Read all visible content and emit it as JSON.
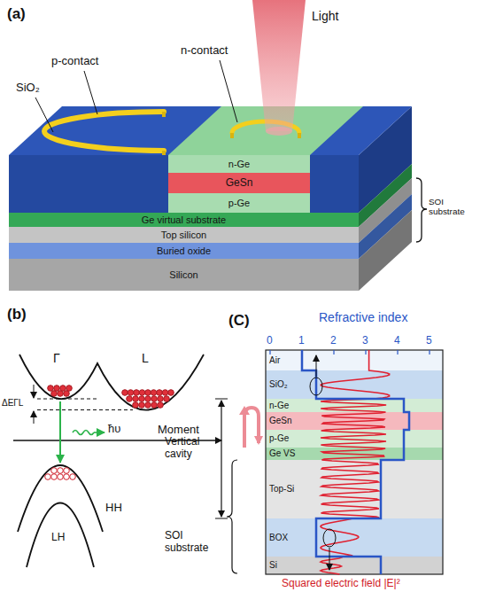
{
  "diagram": {
    "nodes": [
      {
        "text": [
          "n-Ge"
        ]
      },
      {
        "text": [
          "GeSn"
        ]
      },
      {
        "text": [
          "p-Ge"
        ]
      },
      {
        "text": [
          "Ge virtual substrate"
        ]
      },
      {
        "text": [
          "Top silicon"
        ]
      },
      {
        "text": [
          "Buried oxide"
        ]
      },
      {
        "text": [
          "Silicon"
        ]
      },
      {
        "text": [
          "Air"
        ]
      },
      {
        "text": [
          "SiO₂"
        ]
      },
      {
        "text": [
          "n-Ge"
        ]
      },
      {
        "text": [
          "GeSn"
        ]
      },
      {
        "text": [
          "p-Ge"
        ]
      },
      {
        "text": [
          "Ge VS"
        ]
      },
      {
        "text": [
          "Top-Si"
        ]
      },
      {
        "text": [
          "BOX"
        ]
      },
      {
        "text": [
          "Si"
        ]
      }
    ],
    "labels": [
      "(a)",
      "Light",
      "n-contact",
      "p-contact",
      "SiO₂",
      "SOI substrate",
      "(b)",
      "Γ",
      "L",
      "ΔEΓL",
      "ħυ",
      "Moment",
      "HH",
      "LH",
      "(C)",
      "Refractive index",
      "0",
      "1",
      "2",
      "3",
      "4",
      "5",
      "Vertical cavity",
      "SOI substrate",
      "Squared electric field |E|²"
    ]
  }
}
